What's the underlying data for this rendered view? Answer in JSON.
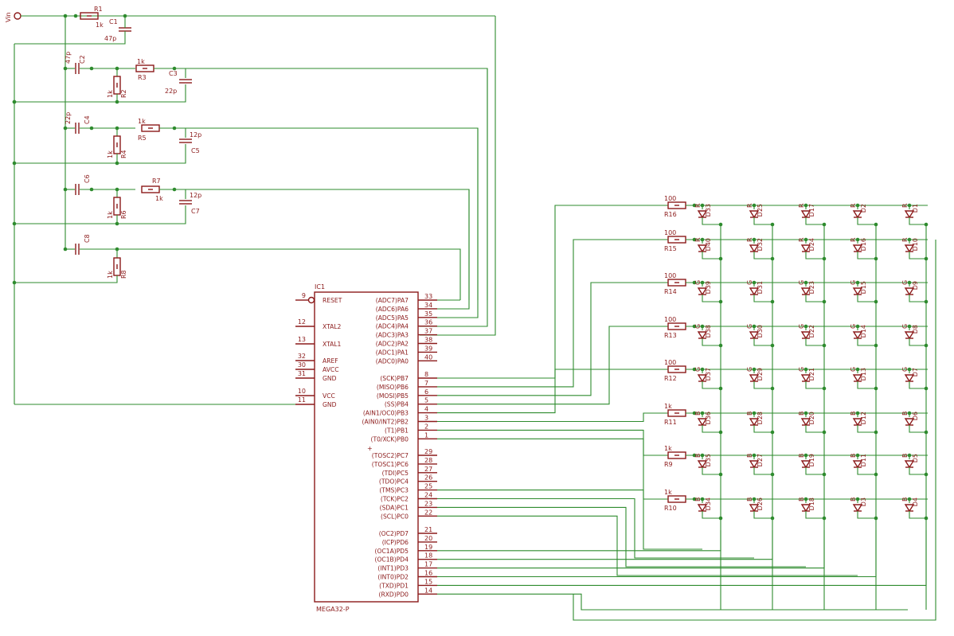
{
  "title": "",
  "vin_label": "Vin",
  "ic": {
    "name": "IC1",
    "part": "MEGA32-P",
    "left_pins": [
      {
        "num": "9",
        "name": "RESET"
      },
      {
        "num": "12",
        "name": "XTAL2"
      },
      {
        "num": "13",
        "name": "XTAL1"
      },
      {
        "num": "32",
        "name": "AREF"
      },
      {
        "num": "30",
        "name": "AVCC"
      },
      {
        "num": "31",
        "name": "GND"
      },
      {
        "num": "10",
        "name": "VCC"
      },
      {
        "num": "11",
        "name": "GND"
      }
    ],
    "right_pins": [
      {
        "num": "33",
        "name": "(ADC7)PA7"
      },
      {
        "num": "34",
        "name": "(ADC6)PA6"
      },
      {
        "num": "35",
        "name": "(ADC5)PA5"
      },
      {
        "num": "36",
        "name": "(ADC4)PA4"
      },
      {
        "num": "37",
        "name": "(ADC3)PA3"
      },
      {
        "num": "38",
        "name": "(ADC2)PA2"
      },
      {
        "num": "39",
        "name": "(ADC1)PA1"
      },
      {
        "num": "40",
        "name": "(ADC0)PA0"
      },
      {
        "num": "8",
        "name": "(SCK)PB7"
      },
      {
        "num": "7",
        "name": "(MISO)PB6"
      },
      {
        "num": "6",
        "name": "(MOSI)PB5"
      },
      {
        "num": "5",
        "name": "(SS)PB4"
      },
      {
        "num": "4",
        "name": "(AIN1/OC0)PB3"
      },
      {
        "num": "3",
        "name": "(AIN0/INT2)PB2"
      },
      {
        "num": "2",
        "name": "(T1)PB1"
      },
      {
        "num": "1",
        "name": "(T0/XCK)PB0"
      },
      {
        "num": "29",
        "name": "(TOSC2)PC7"
      },
      {
        "num": "28",
        "name": "(TOSC1)PC6"
      },
      {
        "num": "27",
        "name": "(TDI)PC5"
      },
      {
        "num": "26",
        "name": "(TDO)PC4"
      },
      {
        "num": "25",
        "name": "(TMS)PC3"
      },
      {
        "num": "24",
        "name": "(TCK)PC2"
      },
      {
        "num": "23",
        "name": "(SDA)PC1"
      },
      {
        "num": "22",
        "name": "(SCL)PC0"
      },
      {
        "num": "21",
        "name": "(OC2)PD7"
      },
      {
        "num": "20",
        "name": "(ICP)PD6"
      },
      {
        "num": "19",
        "name": "(OC1A)PD5"
      },
      {
        "num": "18",
        "name": "(OC1B)PD4"
      },
      {
        "num": "17",
        "name": "(INT1)PD3"
      },
      {
        "num": "16",
        "name": "(INT0)PD2"
      },
      {
        "num": "15",
        "name": "(TXD)PD1"
      },
      {
        "num": "14",
        "name": "(RXD)PD0"
      }
    ]
  },
  "input_parts": [
    {
      "ref": "R1",
      "value": "1k"
    },
    {
      "ref": "C1",
      "value": "47p"
    },
    {
      "ref": "C2",
      "value": "47p"
    },
    {
      "ref": "R2",
      "value": "1k"
    },
    {
      "ref": "R3",
      "value": "1k"
    },
    {
      "ref": "C3",
      "value": "22p"
    },
    {
      "ref": "C4",
      "value": "22p"
    },
    {
      "ref": "R4",
      "value": "1k"
    },
    {
      "ref": "R5",
      "value": "1k"
    },
    {
      "ref": "C5",
      "value": "12p"
    },
    {
      "ref": "C6",
      "value": ""
    },
    {
      "ref": "R6",
      "value": "1k"
    },
    {
      "ref": "R7",
      "value": "1k"
    },
    {
      "ref": "C7",
      "value": "12p"
    },
    {
      "ref": "C8",
      "value": ""
    },
    {
      "ref": "R8",
      "value": "1k"
    }
  ],
  "row_resistors": [
    {
      "ref": "R16",
      "value": "100"
    },
    {
      "ref": "R15",
      "value": "100"
    },
    {
      "ref": "R14",
      "value": "100"
    },
    {
      "ref": "R13",
      "value": "100"
    },
    {
      "ref": "R12",
      "value": "100"
    },
    {
      "ref": "R11",
      "value": "1k"
    },
    {
      "ref": "R9",
      "value": "1k"
    },
    {
      "ref": "R10",
      "value": "1k"
    }
  ],
  "led_matrix": {
    "rows": [
      {
        "color": "R",
        "leds": [
          "D33",
          "D25",
          "D17",
          "D2",
          "D1"
        ]
      },
      {
        "color": "R",
        "leds": [
          "D40",
          "D32",
          "D24",
          "D16",
          "D10"
        ]
      },
      {
        "color": "G",
        "leds": [
          "D39",
          "D31",
          "D23",
          "D15",
          "D9"
        ]
      },
      {
        "color": "G",
        "leds": [
          "D38",
          "D30",
          "D22",
          "D14",
          "D8"
        ]
      },
      {
        "color": "G",
        "leds": [
          "D37",
          "D29",
          "D21",
          "D13",
          "D7"
        ]
      },
      {
        "color": "B",
        "leds": [
          "D36",
          "D28",
          "D20",
          "D12",
          "D6"
        ]
      },
      {
        "color": "B",
        "leds": [
          "D35",
          "D27",
          "D19",
          "D11",
          "D5"
        ]
      },
      {
        "color": "B",
        "leds": [
          "D34",
          "D26",
          "D18",
          "D3",
          "D4"
        ]
      }
    ]
  },
  "colors": {
    "wire": "#2e8b2e",
    "symbol": "#8b1a1a",
    "background": "#ffffff"
  }
}
